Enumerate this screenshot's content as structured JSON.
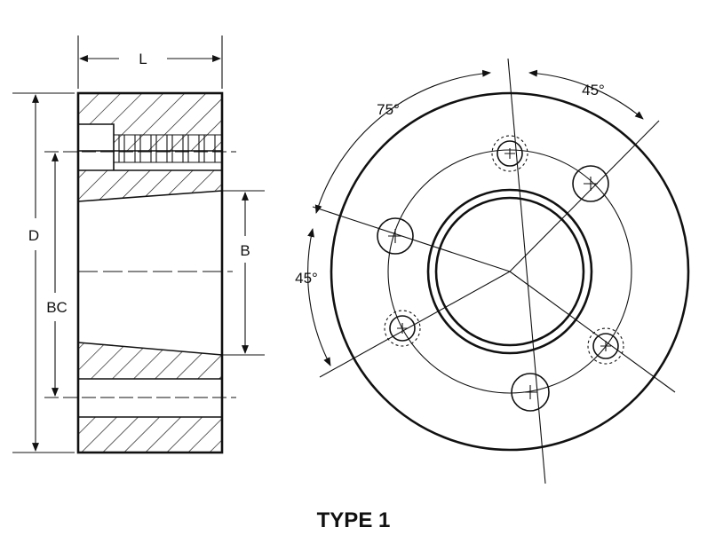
{
  "title": "TYPE 1",
  "side_view": {
    "labels": {
      "length": "L",
      "outer_diameter": "D",
      "bolt_circle": "BC",
      "bore": "B"
    }
  },
  "front_view": {
    "angles": {
      "top_right": "45°",
      "top_left": "75°",
      "left": "45°"
    }
  }
}
